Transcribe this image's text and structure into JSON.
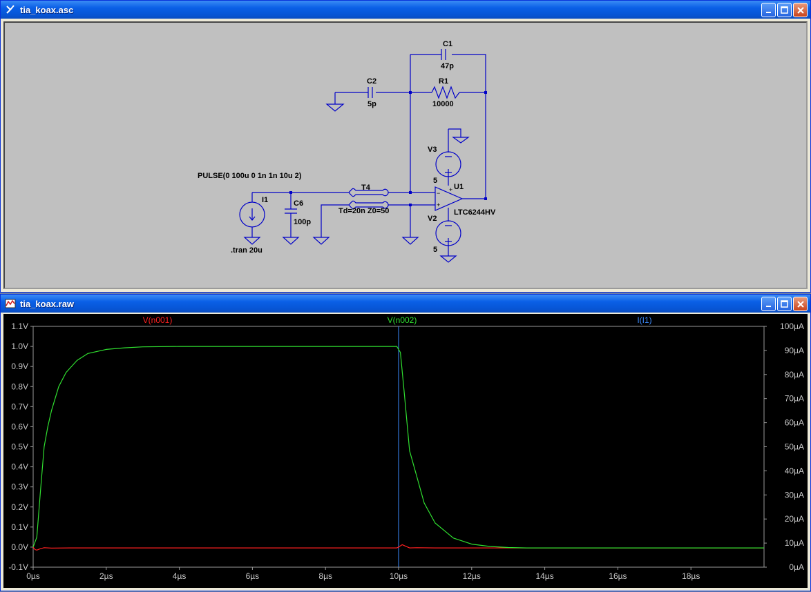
{
  "schematic_window": {
    "title": "tia_koax.asc",
    "components": {
      "c1_name": "C1",
      "c1_value": "47p",
      "c2_name": "C2",
      "c2_value": "5p",
      "r1_name": "R1",
      "r1_value": "10000",
      "v3_name": "V3",
      "v3_value": "5",
      "v2_name": "V2",
      "v2_value": "5",
      "u1_name": "U1",
      "u1_value": "LTC6244HV",
      "t4_name": "T4",
      "t4_value": "Td=20n Z0=50",
      "i1_name": "I1",
      "i1_value": "PULSE(0 100u 0 1n 1n 10u 2)",
      "c6_name": "C6",
      "c6_value": "100p",
      "directive": ".tran 20u",
      "opamp_plus_top": "+",
      "opamp_minus": "−",
      "opamp_plus": "+"
    }
  },
  "waveform_window": {
    "title": "tia_koax.raw",
    "colors": {
      "n001": "#ff2020",
      "n002": "#30e030",
      "i1": "#3c8cff",
      "axis": "#9a9a9a",
      "cursor": "#3c8cff"
    }
  },
  "chart_data": {
    "type": "line",
    "title": "",
    "xlabel": "",
    "ylabel": "",
    "xlim": [
      0,
      20
    ],
    "ylim": [
      -0.1,
      1.1
    ],
    "ylim_right": [
      0,
      100
    ],
    "x_ticks": [
      "0µs",
      "2µs",
      "4µs",
      "6µs",
      "8µs",
      "10µs",
      "12µs",
      "14µs",
      "16µs",
      "18µs"
    ],
    "y_ticks": [
      "-0.1V",
      "0.0V",
      "0.1V",
      "0.2V",
      "0.3V",
      "0.4V",
      "0.5V",
      "0.6V",
      "0.7V",
      "0.8V",
      "0.9V",
      "1.0V",
      "1.1V"
    ],
    "y_ticks_right": [
      "0µA",
      "10µA",
      "20µA",
      "30µA",
      "40µA",
      "50µA",
      "60µA",
      "70µA",
      "80µA",
      "90µA",
      "100µA"
    ],
    "cursor_x": 10,
    "series": [
      {
        "name": "V(n001)",
        "color": "#ff2020",
        "x": [
          0,
          0.05,
          0.1,
          0.2,
          0.3,
          0.5,
          1,
          5,
          9.95,
          10,
          10.1,
          10.2,
          10.3,
          10.5,
          11,
          15,
          20
        ],
        "y": [
          0,
          -0.012,
          -0.015,
          -0.008,
          -0.003,
          -0.005,
          -0.004,
          -0.004,
          -0.004,
          0,
          0.012,
          0.004,
          -0.004,
          -0.003,
          -0.004,
          -0.004,
          -0.004
        ]
      },
      {
        "name": "V(n002)",
        "color": "#30e030",
        "x": [
          0,
          0.1,
          0.2,
          0.3,
          0.4,
          0.5,
          0.7,
          0.9,
          1.2,
          1.5,
          2.0,
          2.5,
          3.0,
          4.0,
          5,
          8,
          9.95,
          10.05,
          10.15,
          10.3,
          10.5,
          10.7,
          11.0,
          11.5,
          12.0,
          12.5,
          13.0,
          13.5,
          15,
          20
        ],
        "y": [
          0,
          0.05,
          0.28,
          0.5,
          0.6,
          0.68,
          0.8,
          0.87,
          0.93,
          0.965,
          0.985,
          0.993,
          0.998,
          1.0,
          1.0,
          1.0,
          1.0,
          0.97,
          0.78,
          0.48,
          0.35,
          0.22,
          0.12,
          0.045,
          0.015,
          0.003,
          -0.002,
          -0.004,
          -0.004,
          -0.004
        ]
      },
      {
        "name": "I(I1)",
        "color": "#3c8cff",
        "x": [],
        "y": []
      }
    ]
  }
}
